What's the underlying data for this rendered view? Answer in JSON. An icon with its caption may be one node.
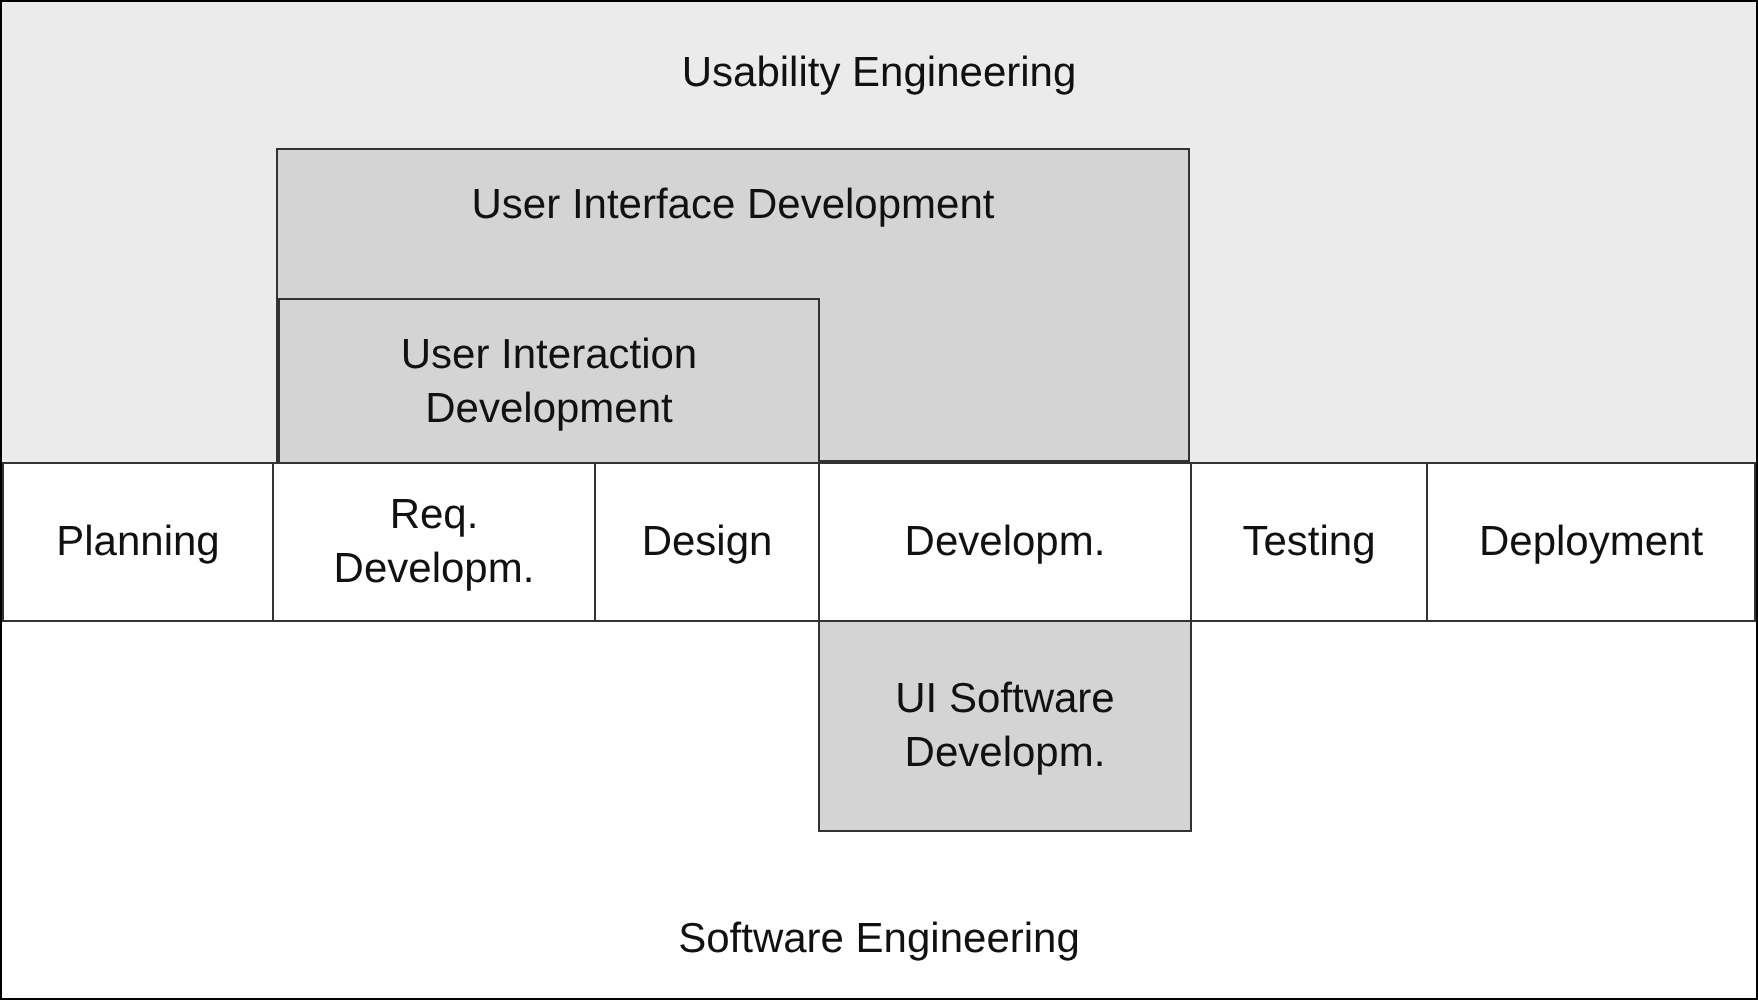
{
  "diagram": {
    "nodes": [
      {
        "text": [
          "Usability Engineering"
        ]
      },
      {
        "text": [
          "User Interface Development"
        ],
        "in": 0
      },
      {
        "text": [
          "User Interaction Development"
        ],
        "in": 1
      },
      {
        "text": [
          "Planning"
        ]
      },
      {
        "text": [
          "Req. Developm."
        ]
      },
      {
        "text": [
          "Design"
        ]
      },
      {
        "text": [
          "Developm."
        ]
      },
      {
        "text": [
          "Testing"
        ]
      },
      {
        "text": [
          "Deployment"
        ]
      },
      {
        "text": [
          "Software Engineering"
        ]
      },
      {
        "text": [
          "UI Software Developm."
        ],
        "in": 9
      }
    ]
  }
}
